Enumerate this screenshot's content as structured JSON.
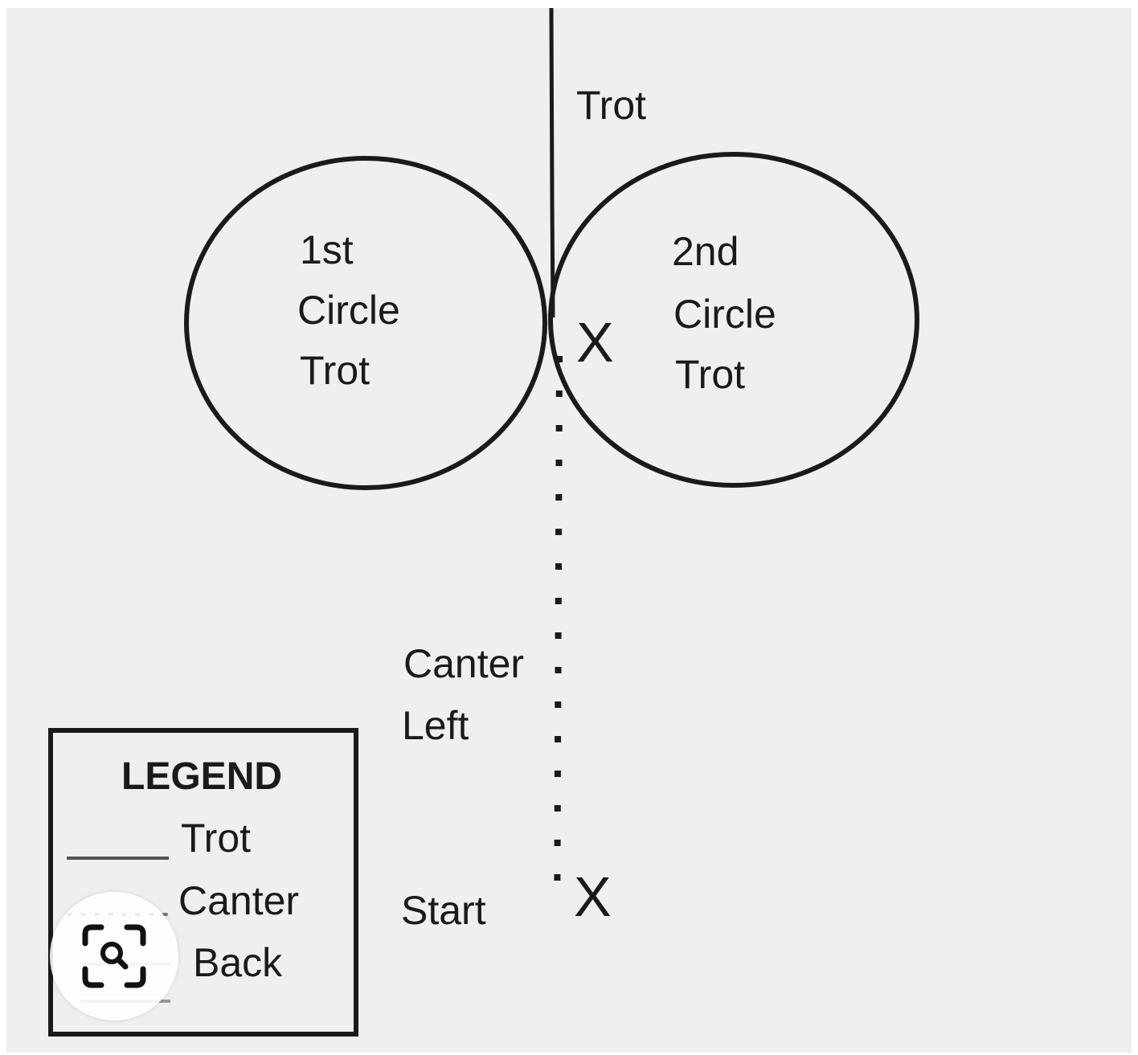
{
  "colors": {
    "background": "#efefef",
    "ink": "#1a1a1a",
    "legend_line": "#555555"
  },
  "labels": {
    "trot_top": "Trot",
    "circle1": [
      "1st",
      "Circle",
      "Trot"
    ],
    "circle2": [
      "2nd",
      "Circle",
      "Trot"
    ],
    "x_center": "X",
    "canter_left": [
      "Canter",
      "Left"
    ],
    "start": "Start",
    "x_start": "X"
  },
  "legend": {
    "title": "LEGEND",
    "items": [
      {
        "label": "Trot",
        "style": "solid"
      },
      {
        "label": "Canter",
        "style": "dotted"
      },
      {
        "label": "Back",
        "style": "double"
      }
    ]
  },
  "overlay": {
    "icon": "visual-search-icon"
  }
}
